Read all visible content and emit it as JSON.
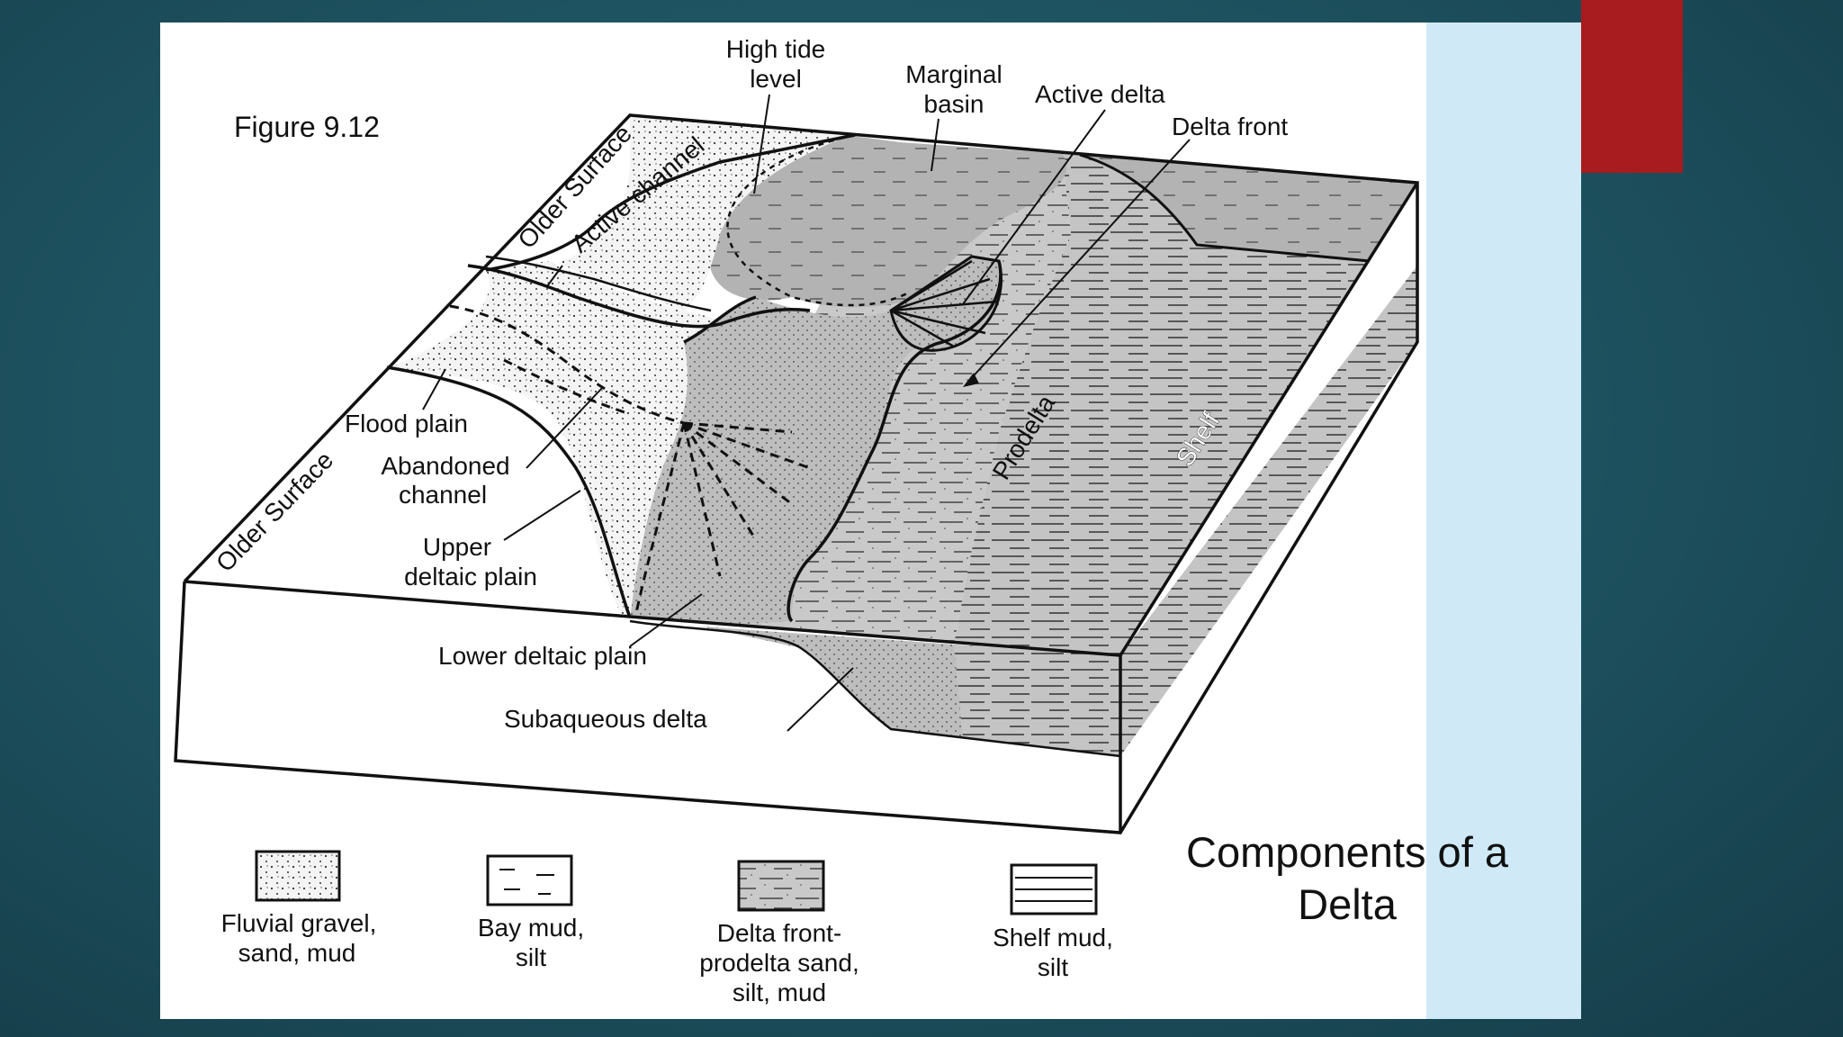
{
  "figure_label": "Figure 9.12",
  "caption": {
    "line1": "Components of a",
    "line2": "Delta"
  },
  "labels": {
    "older_surface_top": "Older Surface",
    "active_channel": "Active channel",
    "high_tide_1": "High tide",
    "high_tide_2": "level",
    "marginal_basin_1": "Marginal",
    "marginal_basin_2": "basin",
    "active_delta": "Active delta",
    "delta_front": "Delta front",
    "flood_plain": "Flood plain",
    "abandoned_channel_1": "Abandoned",
    "abandoned_channel_2": "channel",
    "older_surface_left": "Older Surface",
    "upper_deltaic_1": "Upper",
    "upper_deltaic_2": "deltaic plain",
    "prodelta": "Prodelta",
    "shelf": "Shelf",
    "lower_deltaic_plain": "Lower deltaic plain",
    "subaqueous_delta": "Subaqueous delta"
  },
  "legend": [
    {
      "line1": "Fluvial gravel,",
      "line2": "sand,  mud",
      "line3": ""
    },
    {
      "line1": "Bay mud,",
      "line2": "silt",
      "line3": ""
    },
    {
      "line1": "Delta front-",
      "line2": "prodelta sand,",
      "line3": "silt, mud"
    },
    {
      "line1": "Shelf mud,",
      "line2": "silt",
      "line3": ""
    }
  ],
  "colors": {
    "background": "#1f5563",
    "slide": "#ffffff",
    "side_panel": "#cfe9f7",
    "accent_red": "#a81b1e"
  }
}
